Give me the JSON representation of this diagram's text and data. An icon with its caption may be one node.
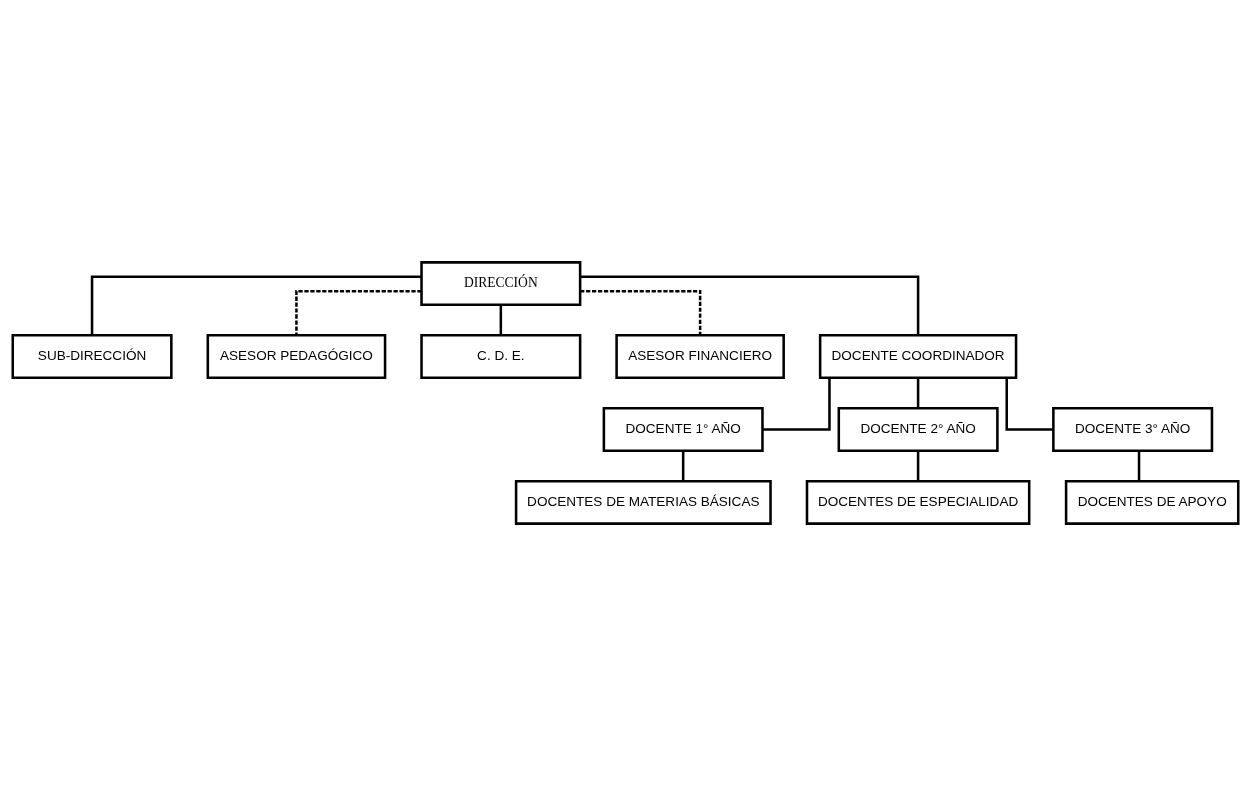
{
  "diagram": {
    "nodes": [
      {
        "text": [
          "DIRECCIÓN"
        ]
      },
      {
        "text": [
          "SUB-DIRECCIÓN"
        ]
      },
      {
        "text": [
          "ASESOR PEDAGÓGICO"
        ]
      },
      {
        "text": [
          "C. D. E."
        ]
      },
      {
        "text": [
          "ASESOR FINANCIERO"
        ]
      },
      {
        "text": [
          "DOCENTE COORDINADOR"
        ]
      },
      {
        "text": [
          "DOCENTE 1° AÑO"
        ]
      },
      {
        "text": [
          "DOCENTE 2° AÑO"
        ]
      },
      {
        "text": [
          "DOCENTE 3° AÑO"
        ]
      },
      {
        "text": [
          "DOCENTES DE MATERIAS BÁSICAS"
        ]
      },
      {
        "text": [
          "DOCENTES DE ESPECIALIDAD"
        ]
      },
      {
        "text": [
          "DOCENTES DE APOYO"
        ]
      }
    ],
    "edges": [
      {
        "from": 0,
        "to": 1,
        "arrow": "none"
      },
      {
        "from": 0,
        "to": 2,
        "arrow": "none",
        "style": "dashed"
      },
      {
        "from": 0,
        "to": 3,
        "arrow": "none"
      },
      {
        "from": 0,
        "to": 4,
        "arrow": "none",
        "style": "dashed"
      },
      {
        "from": 0,
        "to": 5,
        "arrow": "none"
      },
      {
        "from": 5,
        "to": 6,
        "arrow": "none"
      },
      {
        "from": 5,
        "to": 7,
        "arrow": "none"
      },
      {
        "from": 5,
        "to": 8,
        "arrow": "none"
      },
      {
        "from": 6,
        "to": 9,
        "arrow": "none"
      },
      {
        "from": 7,
        "to": 10,
        "arrow": "none"
      },
      {
        "from": 8,
        "to": 11,
        "arrow": "none"
      }
    ]
  }
}
